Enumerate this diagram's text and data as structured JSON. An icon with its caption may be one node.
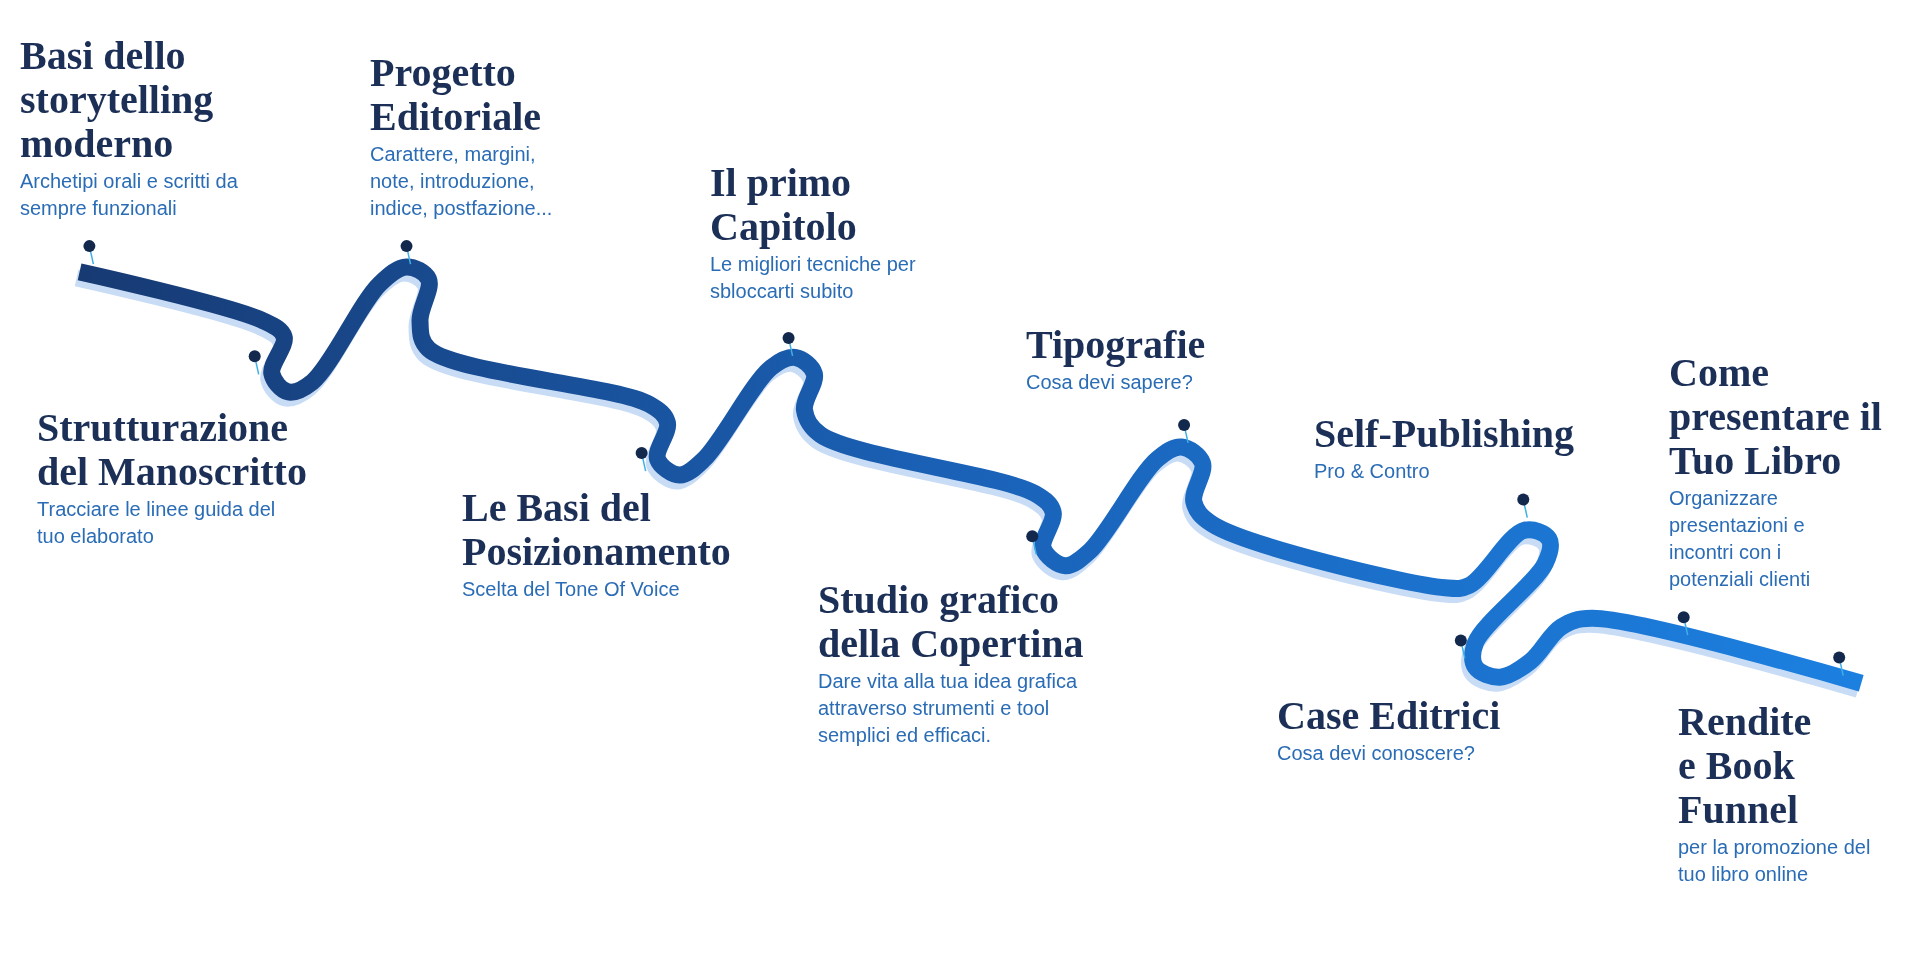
{
  "diagram": {
    "nodes": [
      {
        "text": [
          "Basi dello storytelling moderno",
          "Archetipi orali e scritti da sempre funzionali"
        ]
      },
      {
        "text": [
          "Strutturazione del Manoscritto",
          "Tracciare le linee guida del tuo elaborato"
        ]
      },
      {
        "text": [
          "Progetto Editoriale",
          "Carattere, margini, note, introduzione, indice, postfazione..."
        ]
      },
      {
        "text": [
          "Le Basi del Posizionamento",
          "Scelta del Tone Of Voice"
        ]
      },
      {
        "text": [
          "Il primo Capitolo",
          "Le migliori tecniche per sbloccarti subito"
        ]
      },
      {
        "text": [
          "Studio grafico della Copertina",
          "Dare vita alla tua idea grafica attraverso strumenti e tool semplici ed efficaci."
        ]
      },
      {
        "text": [
          "Tipografie",
          "Cosa devi sapere?"
        ]
      },
      {
        "text": [
          "Case Editrici",
          "Cosa devi conoscere?"
        ]
      },
      {
        "text": [
          "Self-Publishing",
          "Pro & Contro"
        ]
      },
      {
        "text": [
          "Come presentare il Tuo Libro",
          "Organizzare presentazioni e incontri con i potenziali clienti"
        ]
      },
      {
        "text": [
          "Rendite e Book Funnel",
          "per la promozione del tuo libro online"
        ]
      }
    ]
  }
}
